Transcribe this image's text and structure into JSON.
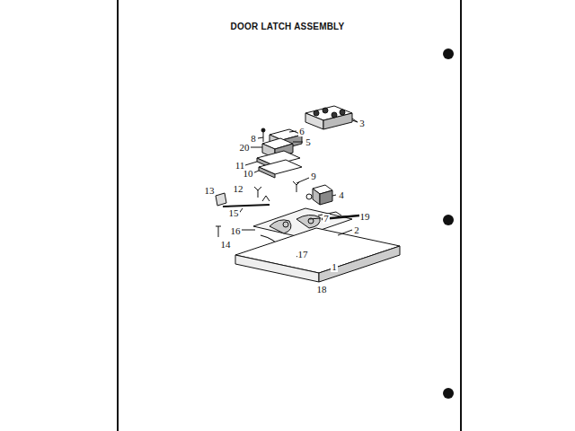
{
  "diagram": {
    "title": "DOOR LATCH ASSEMBLY",
    "labels": [
      "3",
      "6",
      "8",
      "5",
      "20",
      "11",
      "10",
      "9",
      "13",
      "12",
      "4",
      "15",
      "7",
      "19",
      "2",
      "16",
      "14",
      "17",
      "1",
      "18"
    ]
  }
}
